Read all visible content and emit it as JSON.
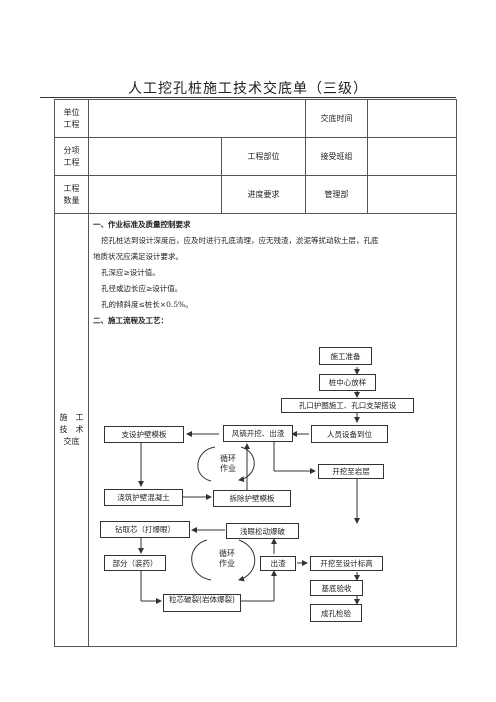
{
  "title": "人工挖孔桩施工技术交底单（三级）",
  "form": {
    "unit_label": "单位\n工程",
    "handover_time_label": "交底时间",
    "sub_label": "分项\n工程",
    "dept_label": "工程部位",
    "receive_team_label": "接受班组",
    "qty_label": "工程\n数量",
    "progress_label": "进度要求",
    "manage_label": "管理部",
    "side_label": "施　工\n技　术\n交底"
  },
  "content": {
    "h1": "一、作业标准及质量控制要求",
    "p1": "挖孔桩达到设计深度后，应及时进行孔底清理，应无残渣，淤泥等扰动软土层，孔底",
    "p1b": "地质状况应满足设计要求。",
    "p2": "孔深应≥设计值。",
    "p3": "孔径或边长应≥设计值。",
    "p4": "孔的倾斜度≤桩长×0.5%。",
    "h2": "二、施工流程及工艺："
  },
  "flow": {
    "prep": "施工准备",
    "center": "桩中心放样",
    "collar": "孔口护圈施工、孔口支架搭设",
    "staff": "人员设备到位",
    "dig": "风镐开挖、出渣",
    "formwork": "支设护壁模板",
    "pour": "浇筑护壁混凝土",
    "remove": "拆除护壁模板",
    "rock": "开挖至岩层",
    "drill": "钻取芯（打爆眼）",
    "blast": "浅眼松动爆破",
    "charge": "部分（装药）",
    "muck": "出渣",
    "design": "开挖至设计标高",
    "split": "粒芯破裂(岩体爆裂)",
    "base": "基底验收",
    "check": "成孔检验",
    "cycle1": "循环\n作业",
    "cycle2": "循环\n作业"
  }
}
